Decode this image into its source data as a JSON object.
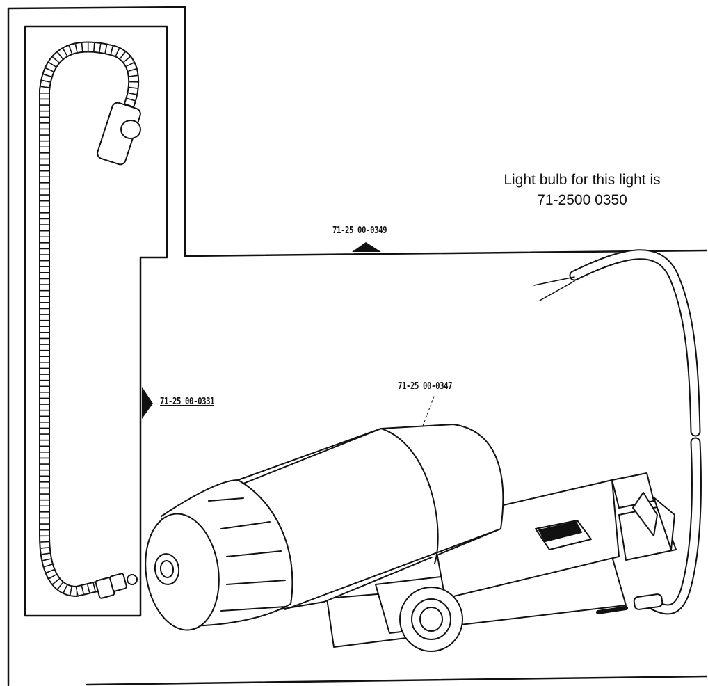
{
  "note": {
    "line1": "Light bulb for this light is",
    "line2": "71-2500 0350"
  },
  "refs": {
    "top": "71-25 00-0349",
    "left": "71-25 00-0331",
    "body": "71-25 00-0347"
  },
  "colors": {
    "ink": "#111111",
    "paper": "#ffffff"
  }
}
